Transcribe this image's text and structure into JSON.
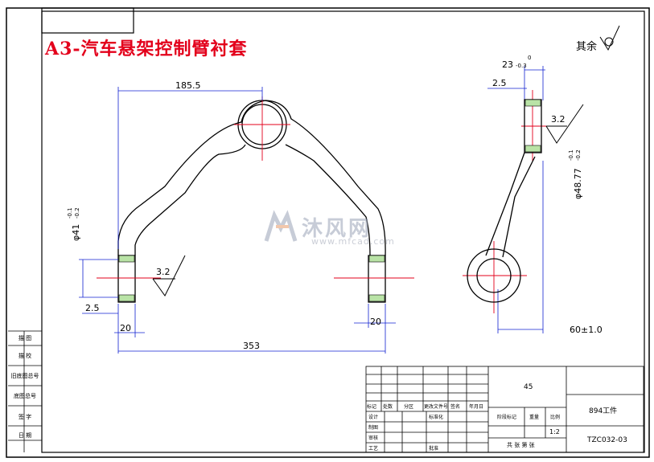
{
  "title": "A3-汽车悬架控制臂衬套",
  "roughness_label": "其余",
  "dimensions": {
    "width_top": "185.5",
    "diam_left": "φ41",
    "diam_left_tol_upper": "-0.1",
    "diam_left_tol_lower": "-0.2",
    "surface_roughness": "3.2",
    "offset_left": "2.5",
    "bushing_left_width": "20",
    "bushing_right_width": "20",
    "span": "353",
    "side_width": "23",
    "side_tol_upper": "0",
    "side_tol_lower": "-0.3",
    "side_offset": "2.5",
    "side_roughness": "3.2",
    "side_diam": "φ48.77",
    "side_diam_tol_upper": "-0.1",
    "side_diam_tol_lower": "-0.2",
    "side_length": "60±1.0"
  },
  "watermark": {
    "name": "沐风网",
    "url": "www.mfcad.com"
  },
  "side_table": [
    "描 图",
    "描 校",
    "旧底图总号",
    "底图总号",
    "签 字",
    "日 期"
  ],
  "title_block": {
    "material": "45",
    "part_name": "894工件",
    "drawing_no": "TZC032-03",
    "scale_label": "比例",
    "scale": "1:2",
    "stage_label": "阶段标记",
    "weight_label": "重量",
    "sheets_label": "共 张 第 张",
    "rev_headers": [
      "标记",
      "处数",
      "分区",
      "更改文件号",
      "签名",
      "年月日"
    ],
    "roles": [
      "设计",
      "制图",
      "审核",
      "工艺"
    ],
    "standardize": "标准化",
    "approve": "批准"
  }
}
